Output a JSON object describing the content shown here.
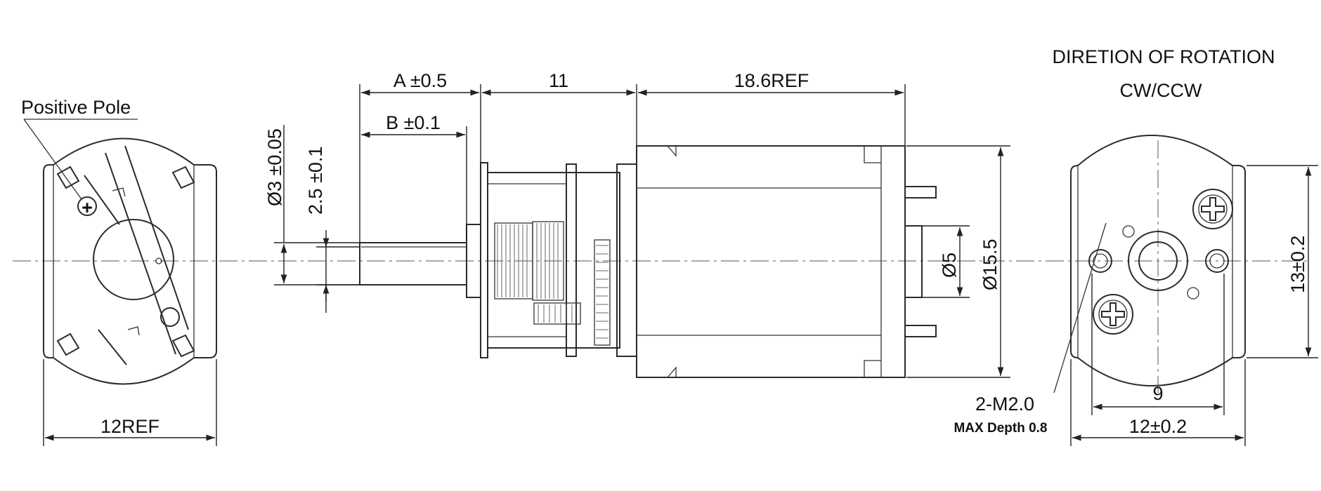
{
  "labels": {
    "positive_pole": "Positive Pole",
    "plus_sign": "+",
    "width_left": "12REF",
    "dim_a": "A ±0.5",
    "dim_b": "B ±0.1",
    "dim_11": "11",
    "dim_186": "18.6REF",
    "dia_3": "Ø3 ±0.05",
    "dim_25": "2.5 ±0.1",
    "dia_5": "Ø5",
    "dia_155": "Ø15.5",
    "rotation_title": "DIRETION OF ROTATION",
    "rotation_value": "CW/CCW",
    "dim_13": "13±0.2",
    "dim_9": "9",
    "dim_12": "12±0.2",
    "thread": "2-M2.0",
    "depth": "MAX Depth 0.8"
  }
}
